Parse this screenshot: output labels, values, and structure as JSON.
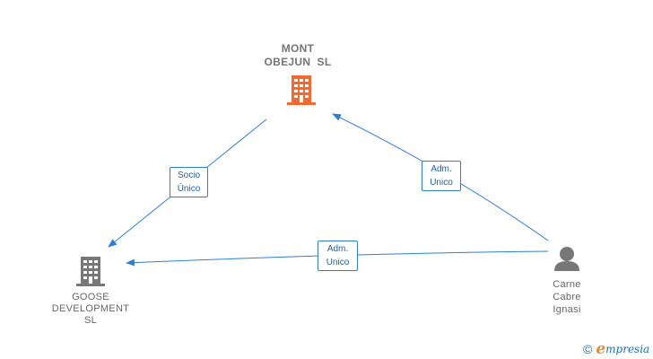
{
  "nodes": {
    "mont_obejun": {
      "lines": [
        "MONT",
        "OBEJUN  SL"
      ],
      "color": "#f26a2f",
      "icon": "building-icon"
    },
    "goose": {
      "lines": [
        "GOOSE",
        "DEVELOPMENT",
        "SL"
      ],
      "color": "#777777",
      "icon": "building-icon"
    },
    "carne": {
      "lines": [
        "Carne",
        "Cabre",
        "Ignasi"
      ],
      "color": "#777777",
      "icon": "person-icon"
    }
  },
  "edges": {
    "socio_unico": [
      "Socio",
      "Único"
    ],
    "adm_unico_top": [
      "Adm.",
      "Unico"
    ],
    "adm_unico_bottom": [
      "Adm.",
      "Unico"
    ]
  },
  "edge_color": "#2f7fcf",
  "brand": {
    "copyright": "©",
    "initial": "e",
    "rest": "mpresia"
  }
}
